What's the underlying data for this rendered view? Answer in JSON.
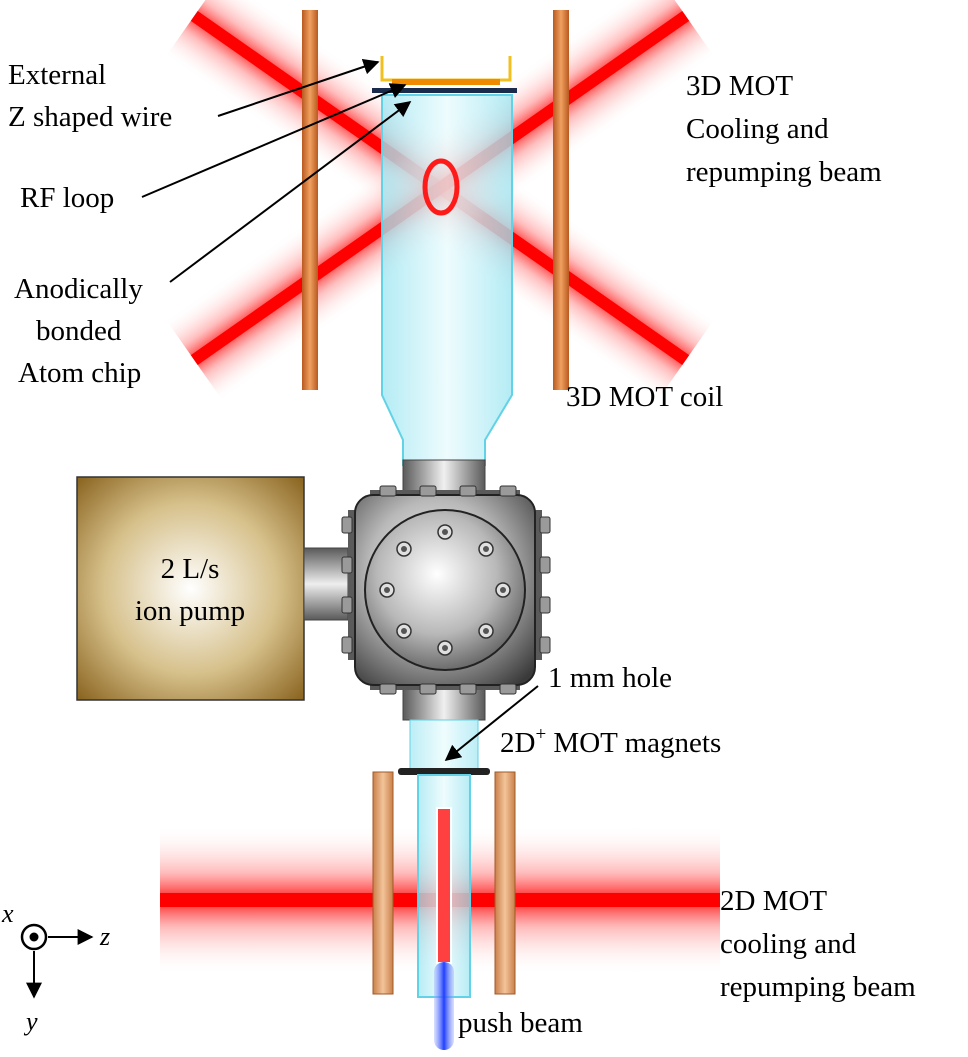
{
  "labels": {
    "external_wire_1": "External",
    "external_wire_2": "Z shaped wire",
    "rf_loop": "RF loop",
    "atom_chip_1": "Anodically",
    "atom_chip_2": "bonded",
    "atom_chip_3": "Atom chip",
    "mot3d_beam_1": "3D MOT",
    "mot3d_beam_2": "Cooling and",
    "mot3d_beam_3": "repumping beam",
    "mot3d_coil": "3D MOT coil",
    "ion_pump_1": "2 L/s",
    "ion_pump_2": "ion pump",
    "hole": "1 mm hole",
    "magnets_prefix": "2D",
    "magnets_sup": "+",
    "magnets_suffix": " MOT magnets",
    "mot2d_beam_1": "2D MOT",
    "mot2d_beam_2": "cooling and",
    "mot2d_beam_3": "repumping beam",
    "push_beam": "push beam"
  },
  "axes": {
    "x": "x",
    "y": "y",
    "z": "z"
  },
  "colors": {
    "laser_red": "#ff1a1a",
    "glass_cyan": "#c8f4fa",
    "coil_copper": "#d77a3a",
    "magnet_tan": "#e0a070",
    "ion_pump_gold": "#b08a3a",
    "steel_grey": "#8c8c8c",
    "wire_yellow": "#f0c020",
    "push_blue": "#1f3fff"
  }
}
